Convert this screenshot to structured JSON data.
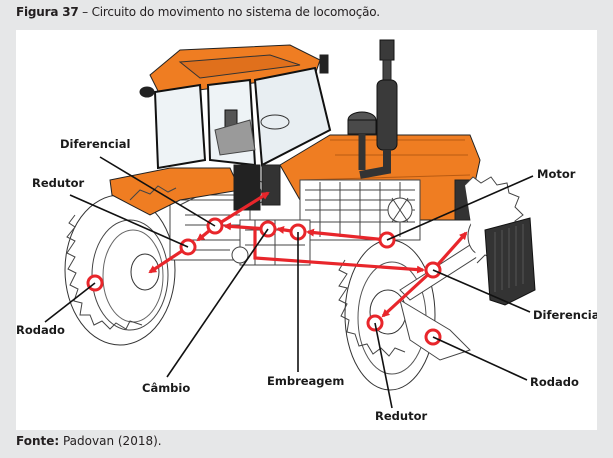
{
  "caption": {
    "figure_number": "Figura 37",
    "separator": " – ",
    "title": "Circuito do movimento no sistema de locomoção."
  },
  "figure": {
    "subject": "tractor-drivetrain-illustration",
    "labels": {
      "diferencial_front": "Diferencial",
      "redutor_front": "Redutor",
      "rodado_front": "Rodado",
      "cambio": "Câmbio",
      "embreagem": "Embreagem",
      "motor": "Motor",
      "diferencial_rear": "Diferencial",
      "rodado_rear": "Rodado",
      "redutor_rear": "Redutor"
    },
    "colors": {
      "body_orange": "#ef7d22",
      "path_red": "#e8262b",
      "line_black": "#111111",
      "panel_bg": "#ffffff",
      "page_bg": "#e6e7e8"
    }
  },
  "source": {
    "label": "Fonte:",
    "text": " Padovan (2018)."
  }
}
